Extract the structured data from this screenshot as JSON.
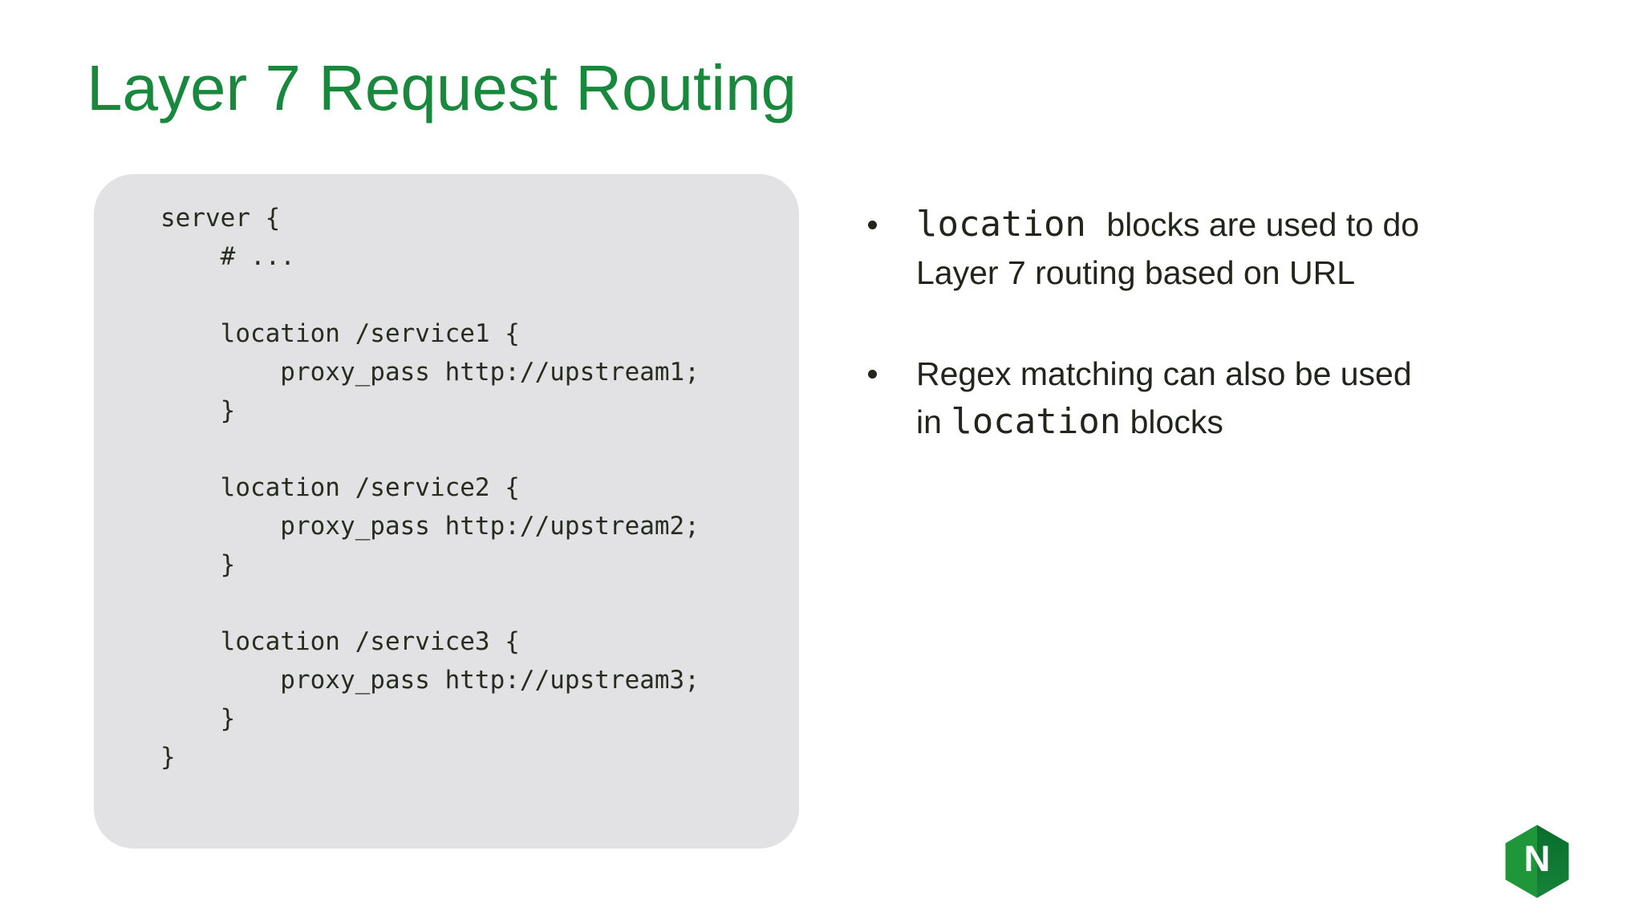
{
  "slide": {
    "title": "Layer 7 Request Routing",
    "code_panel": {
      "code": "server {\n    # ...\n\n    location /service1 {\n        proxy_pass http://upstream1;\n    }\n\n    location /service2 {\n        proxy_pass http://upstream2;\n    }\n\n    location /service3 {\n        proxy_pass http://upstream3;\n    }\n}"
    },
    "bullets": [
      {
        "lines": [
          {
            "code": "location",
            "rest": " blocks are used to do"
          },
          {
            "text": "Layer 7 routing based on URL"
          }
        ]
      },
      {
        "lines": [
          {
            "text": "Regex matching can also be used"
          },
          {
            "pre": "in ",
            "code": "location",
            "rest": " blocks"
          }
        ]
      }
    ],
    "logo": {
      "letter": "N"
    }
  },
  "colors": {
    "title_green": "#17883c",
    "panel_bg": "#e2e2e4",
    "code_text": "#282c20",
    "body_text": "#22251b",
    "logo_green_light": "#1e9639",
    "logo_green_dark": "#0d7230"
  }
}
